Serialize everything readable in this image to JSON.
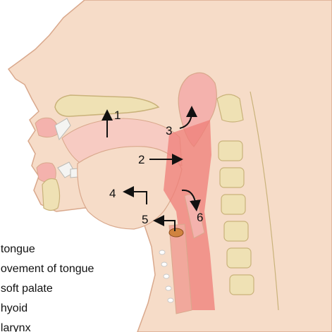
{
  "diagram": {
    "callouts": [
      {
        "id": "1",
        "label": "1"
      },
      {
        "id": "2",
        "label": "2"
      },
      {
        "id": "3",
        "label": "3"
      },
      {
        "id": "4",
        "label": "4"
      },
      {
        "id": "5",
        "label": "5"
      },
      {
        "id": "6",
        "label": "6"
      }
    ],
    "legend": [
      "f tongue",
      "novement of tongue",
      "f soft palate",
      "f hyoid",
      "f larynx"
    ],
    "colors": {
      "skin": "#f6dcc8",
      "skin_edge": "#d9a88c",
      "mucosa": "#f4b2ad",
      "pharynx": "#ef7e78",
      "bone": "#efe1b4",
      "bone_edge": "#c9b27a",
      "tooth": "#f4f4f2",
      "arrow": "#111111"
    }
  }
}
